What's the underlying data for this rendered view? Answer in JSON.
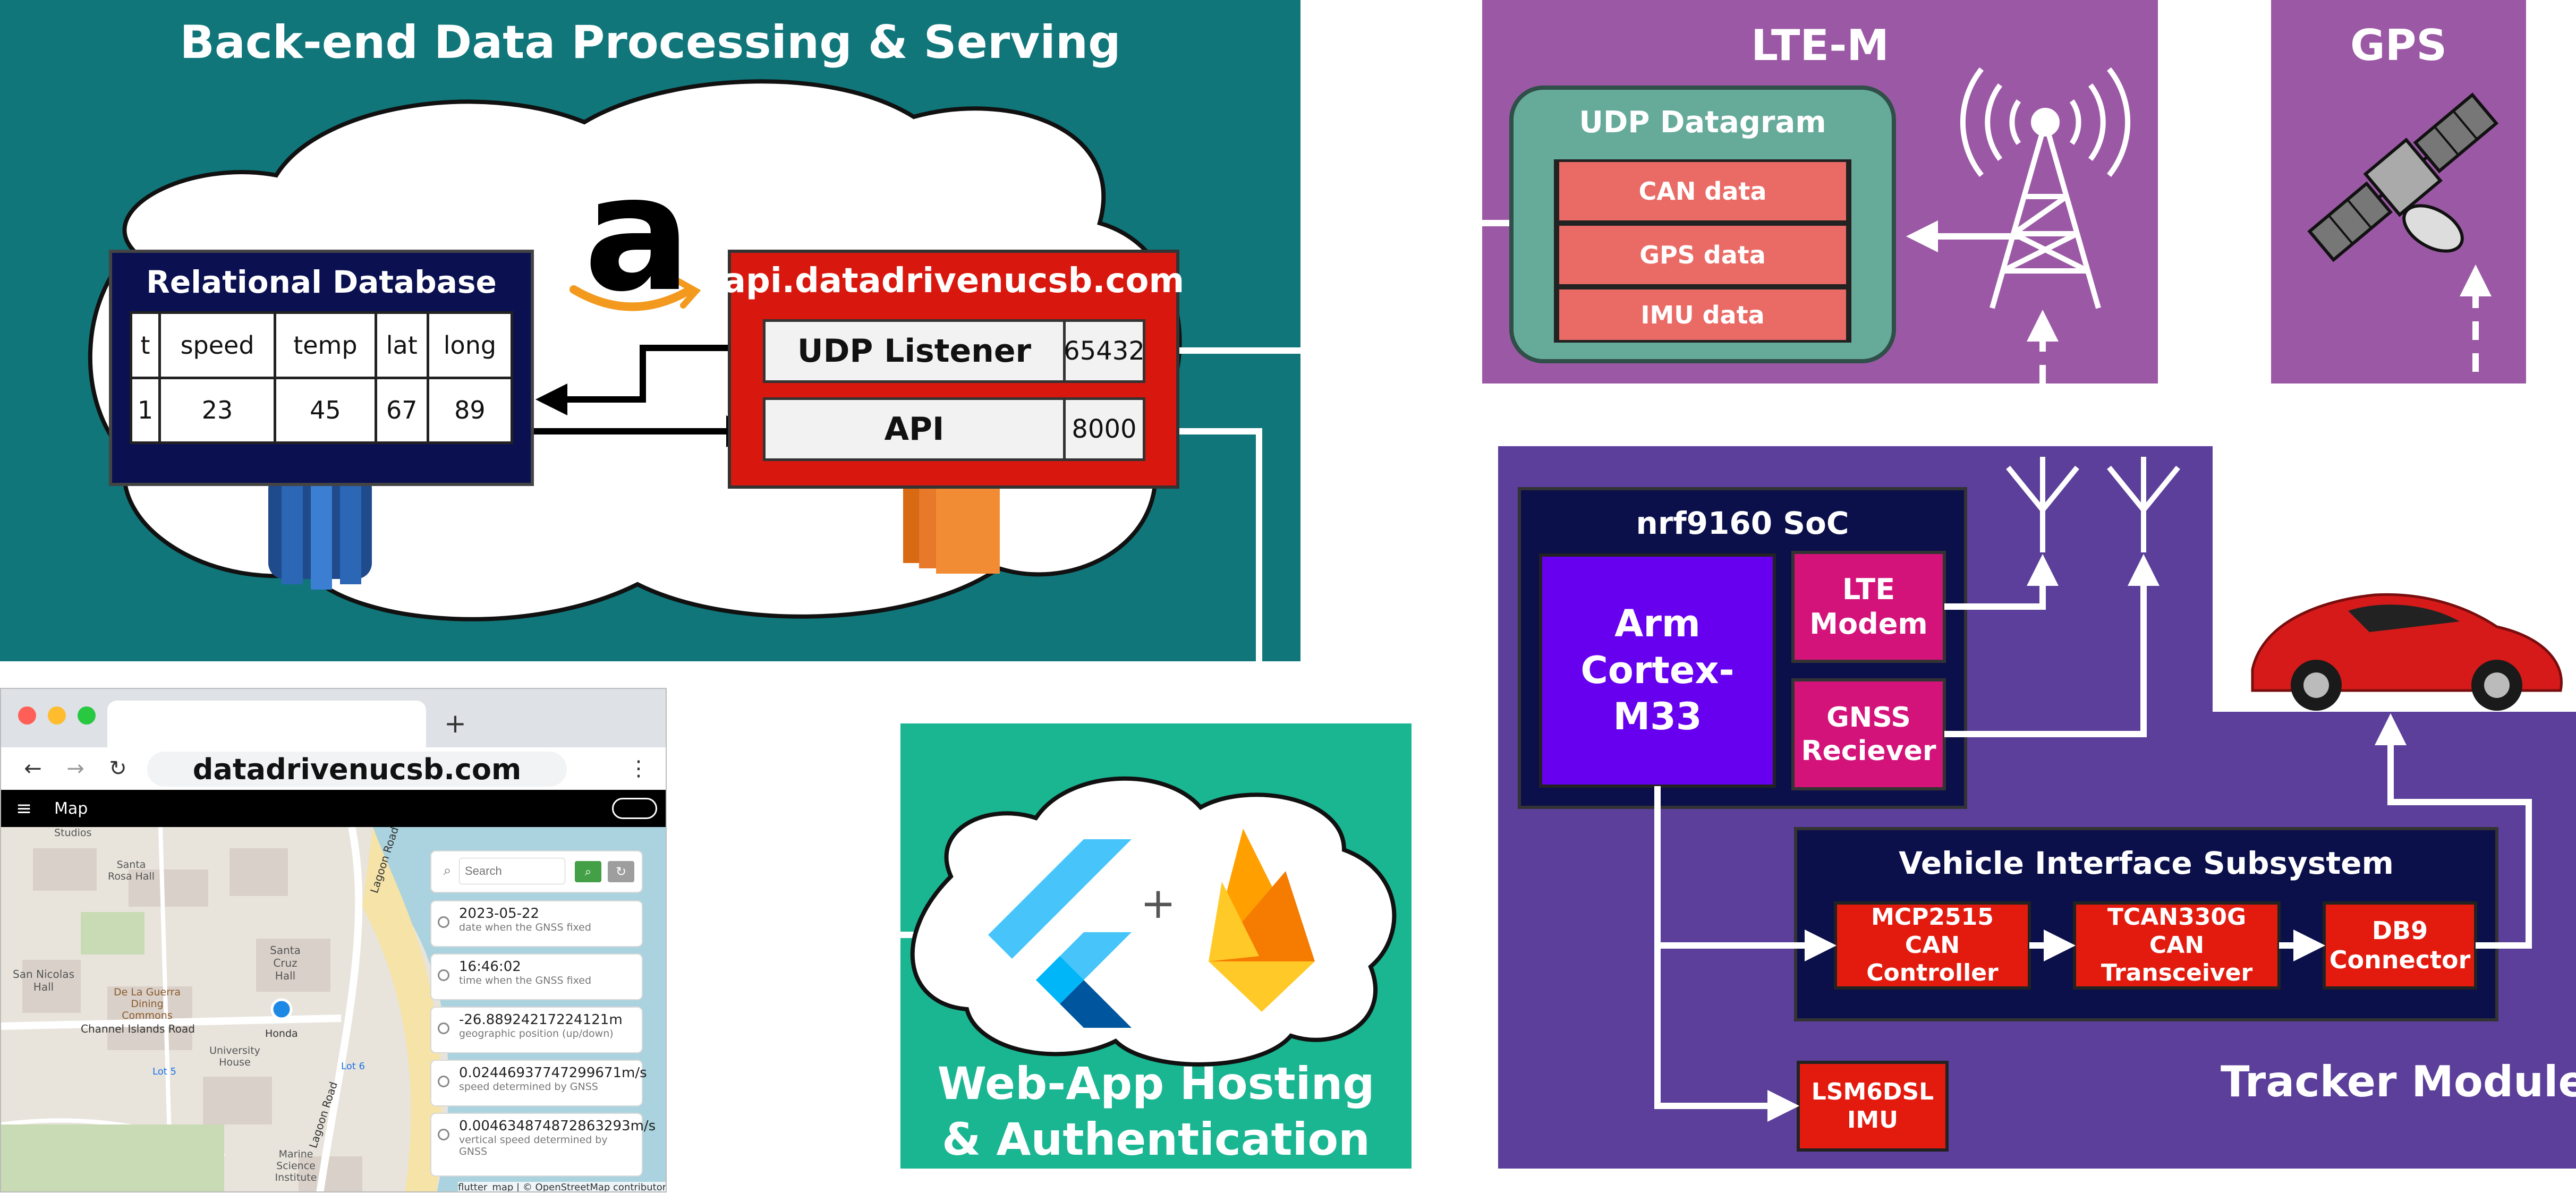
{
  "backend": {
    "title": "Back-end Data Processing & Serving",
    "database": {
      "title": "Relational Database",
      "headers": [
        "t",
        "speed",
        "temp",
        "lat",
        "long"
      ],
      "row": [
        "1",
        "23",
        "45",
        "67",
        "89"
      ]
    },
    "server": {
      "title": "api.datadrivenucsb.com",
      "udp_label": "UDP Listener",
      "udp_port": "65432",
      "api_label": "API",
      "api_port": "8000"
    },
    "logo_letter": "a"
  },
  "lte": {
    "title": "LTE-M",
    "datagram_title": "UDP Datagram",
    "fields": [
      "CAN data",
      "GPS data",
      "IMU data"
    ]
  },
  "gps": {
    "title": "GPS"
  },
  "tracker": {
    "title": "Tracker Module",
    "soc_title": "nrf9160 SoC",
    "cpu": "Arm Cortex-M33",
    "lte_modem": "LTE Modem",
    "gnss": "GNSS Reciever",
    "vis_title": "Vehicle Interface Subsystem",
    "mcp": "MCP2515 CAN Controller",
    "tcan": "TCAN330G CAN Transceiver",
    "db9": "DB9 Connector",
    "imu": "LSM6DSL IMU"
  },
  "hosting": {
    "title_line1": "Web-App Hosting",
    "title_line2": "& Authentication",
    "plus": "+"
  },
  "browser": {
    "new_tab": "+",
    "url": "datadrivenucsb.com",
    "menu_dots": "⋮",
    "app_title": "Map",
    "search_placeholder": "Search",
    "cards": [
      {
        "value": "2023-05-22",
        "sub": "date when the GNSS fixed"
      },
      {
        "value": "16:46:02",
        "sub": "time when the GNSS fixed"
      },
      {
        "value": "-26.88924217224121m",
        "sub": "geographic position (up/down)"
      },
      {
        "value": "0.02446937747299671m/s",
        "sub": "speed determined by GNSS"
      },
      {
        "value": "0.004634874872863293m/s",
        "sub": "vertical speed determined by GNSS"
      }
    ],
    "map_labels": {
      "channel_islands": "Channel Islands Road",
      "lagoon_road": "Lagoon Road",
      "santa_cruz": "Santa Cruz Hall",
      "san_nicolas": "San Nicolas Hall",
      "de_la_guerra": "De La Guerra Dining Commons",
      "university_house": "University House",
      "honda": "Honda",
      "marine_science": "Marine Science Institute",
      "lot5": "Lot 5",
      "lot6": "Lot 6",
      "santa_rosa": "Santa Rosa Hall",
      "studios": "Studios",
      "attribution": "flutter_map | © OpenStreetMap contributors"
    }
  }
}
